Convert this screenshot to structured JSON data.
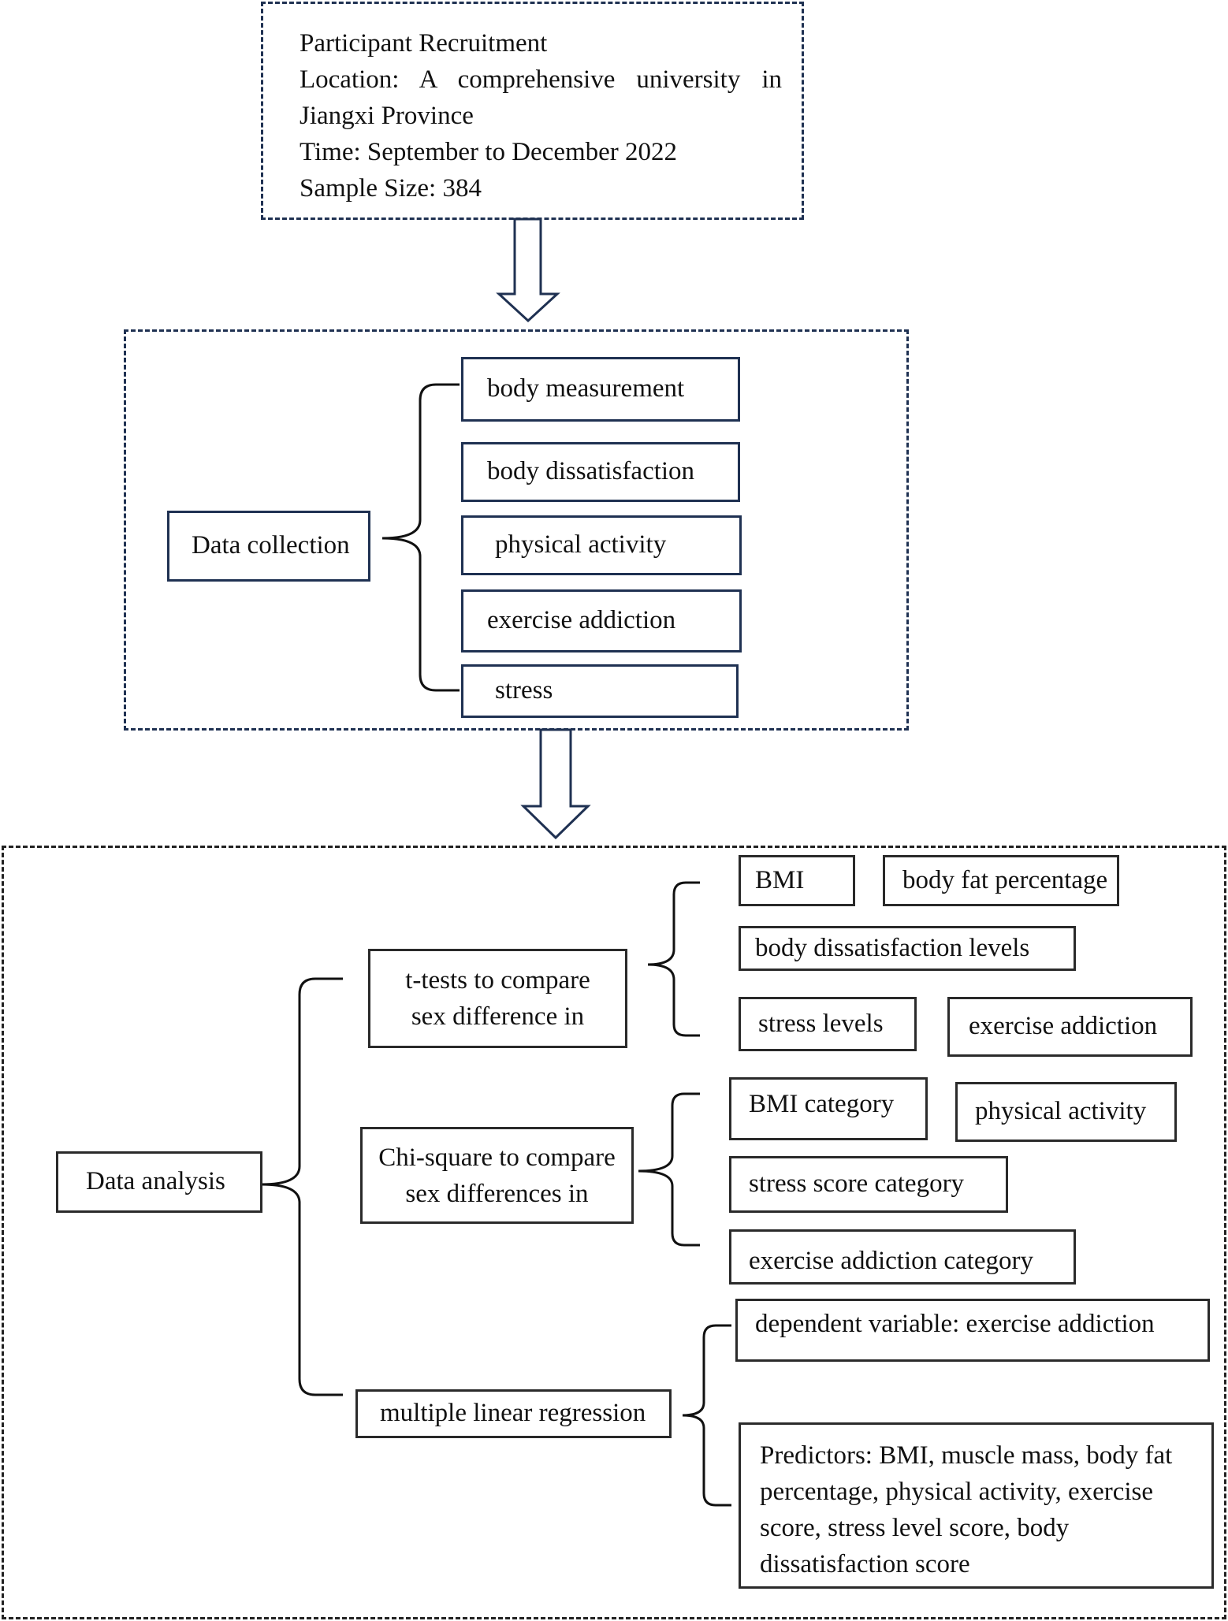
{
  "recruitment": {
    "lines": [
      "Participant Recruitment",
      "Location: A comprehensive university in",
      "Jiangxi Province",
      "Time: September to December 2022",
      "Sample Size: 384"
    ]
  },
  "collection": {
    "root": "Data collection",
    "items": [
      "body measurement",
      "body dissatisfaction",
      "physical activity",
      "exercise addiction",
      "stress"
    ]
  },
  "analysis": {
    "root": "Data analysis",
    "ttest": {
      "label_lines": [
        "t-tests to compare",
        "sex difference in"
      ],
      "items": [
        "BMI",
        "body fat percentage",
        "body dissatisfaction levels",
        "stress levels",
        "exercise addiction"
      ]
    },
    "chisq": {
      "label_lines": [
        "Chi-square to compare",
        "sex differences in"
      ],
      "items": [
        "BMI category",
        "physical activity",
        "stress score category",
        "exercise addiction category"
      ]
    },
    "regression": {
      "label": "multiple linear regression",
      "dependent": "dependent variable: exercise addiction",
      "predictors": "Predictors: BMI, muscle mass, body fat percentage, physical activity, exercise score, stress level score, body dissatisfaction score"
    }
  }
}
